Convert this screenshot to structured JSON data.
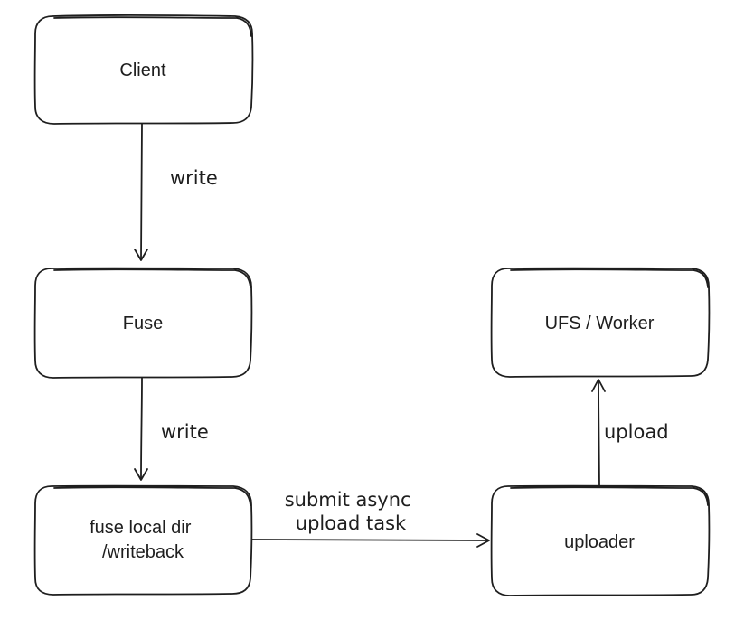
{
  "nodes": {
    "client": "Client",
    "fuse": "Fuse",
    "local_dir": [
      "fuse local dir",
      "/writeback"
    ],
    "uploader": "uploader",
    "ufs_worker": "UFS / Worker"
  },
  "edges": {
    "client_to_fuse": "write",
    "fuse_to_local_dir": "write",
    "local_dir_to_uploader": [
      "submit async",
      "upload task"
    ],
    "uploader_to_ufs": "upload"
  },
  "colors": {
    "stroke": "#1e1e1e",
    "background": "#ffffff"
  }
}
